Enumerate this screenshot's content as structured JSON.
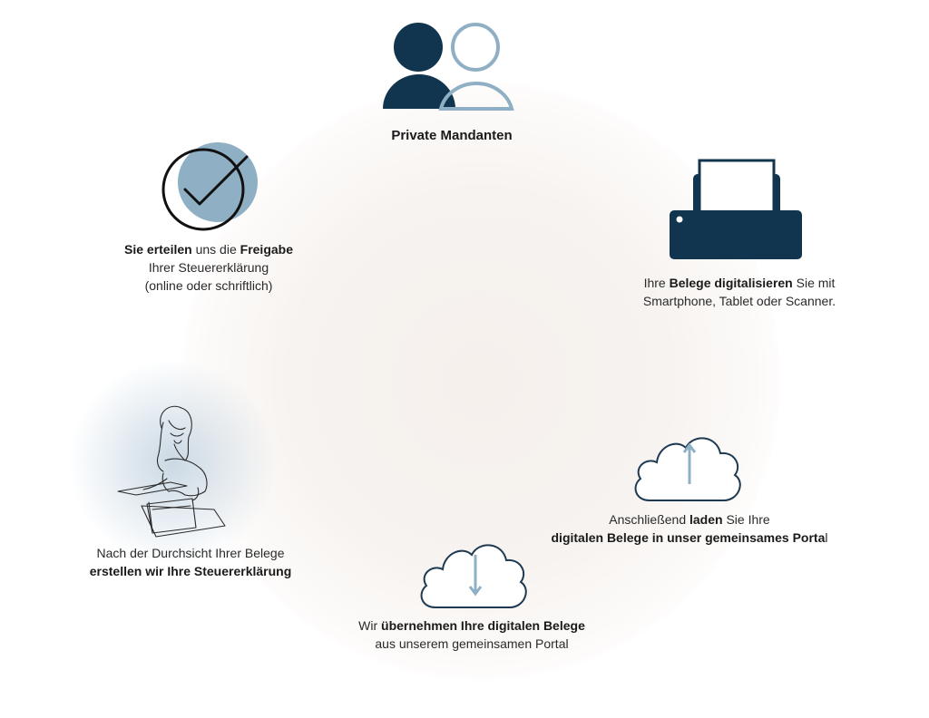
{
  "center": {
    "title": "Private Mandanten"
  },
  "steps": {
    "digitize": {
      "icon": "printer-scanner-icon",
      "line1_pre": "Ihre ",
      "line1_bold": "Belege digitalisieren",
      "line1_post": " Sie mit",
      "line2": "Smartphone, Tablet oder Scanner."
    },
    "upload": {
      "icon": "cloud-upload-icon",
      "line1_pre": "Anschließend ",
      "line1_bold": "laden",
      "line1_post": " Sie Ihre",
      "line2_bold": "digitalen Belege in unser gemeinsames Porta",
      "line2_post": "l"
    },
    "download": {
      "icon": "cloud-download-icon",
      "line1_pre": "Wir ",
      "line1_bold": "übernehmen Ihre digitalen Belege",
      "line2": "aus unserem gemeinsamen Portal"
    },
    "prepare": {
      "icon": "person-working-illustration",
      "line1": "Nach der Durchsicht Ihrer Belege",
      "line2_bold": "erstellen wir Ihre Steuererklärung"
    },
    "approve": {
      "icon": "checkmark-circle-icon",
      "line1_bold_a": "Sie erteilen",
      "line1_mid": " uns die ",
      "line1_bold_b": "Freigabe",
      "line2": "Ihrer Steuererklärung",
      "line3": "(online oder schriftlich)"
    }
  },
  "colors": {
    "navy": "#12354f",
    "light_blue": "#8fb0c4",
    "outline_dark": "#1e3a52"
  }
}
